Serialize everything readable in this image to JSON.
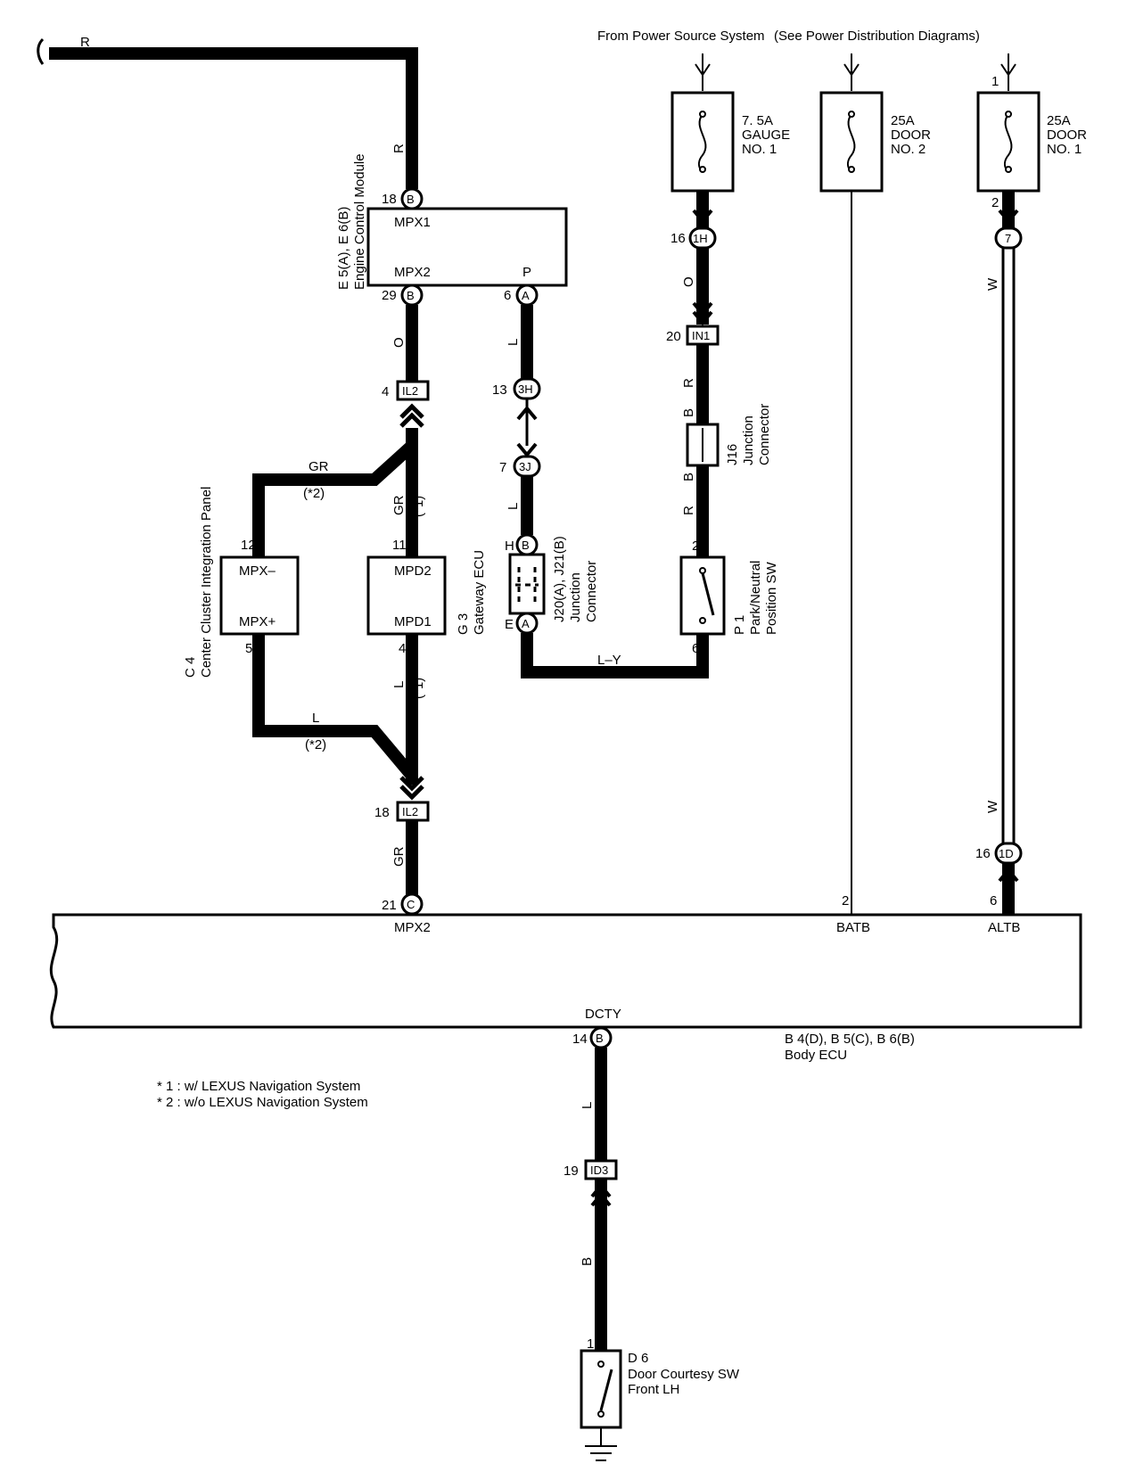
{
  "header": {
    "power_source": "From Power Source System",
    "power_note": "(See Power Distribution Diagrams)"
  },
  "fuses": {
    "gauge": {
      "rating": "7. 5A",
      "name1": "GAUGE",
      "name2": "NO. 1"
    },
    "door2": {
      "rating": "25A",
      "name1": "DOOR",
      "name2": "NO. 2"
    },
    "door1": {
      "rating": "25A",
      "name1": "DOOR",
      "name2": "NO. 1",
      "pin_in": "1",
      "pin_out": "2"
    }
  },
  "ecm": {
    "ref": "E 5(A), E 6(B)",
    "name": "Engine Control Module",
    "term_mpx1": "MPX1",
    "term_mpx2": "MPX2",
    "term_p": "P",
    "pin_mpx1": "18",
    "conn_mpx1": "B",
    "pin_mpx2": "29",
    "conn_mpx2": "B",
    "pin_p": "6",
    "conn_p": "A"
  },
  "cluster": {
    "ref": "C 4",
    "name": "Center Cluster Integration Panel",
    "term_minus": "MPX–",
    "term_plus": "MPX+",
    "pin_minus": "12",
    "pin_plus": "5"
  },
  "gateway": {
    "ref": "G 3",
    "name": "Gateway ECU",
    "term_mpd2": "MPD2",
    "term_mpd1": "MPD1",
    "pin_mpd2": "11",
    "pin_mpd1": "4"
  },
  "junction_j20": {
    "ref": "J20(A), J21(B)",
    "name1": "Junction",
    "name2": "Connector",
    "pin_top": "H",
    "conn_top": "B",
    "pin_bottom": "E",
    "conn_bottom": "A"
  },
  "junction_j16": {
    "ref": "J16",
    "name1": "Junction",
    "name2": "Connector",
    "top_color": "B",
    "bottom_color": "B"
  },
  "park_sw": {
    "ref": "P 1",
    "name1": "Park/Neutral",
    "name2": "Position SW",
    "pin_top": "2",
    "pin_bottom": "6"
  },
  "connectors": {
    "il2_top": {
      "pin": "4",
      "label": "IL2"
    },
    "il2_bottom": {
      "pin": "18",
      "label": "IL2"
    },
    "c3h": {
      "pin": "13",
      "label": "3H"
    },
    "c3j": {
      "pin": "7",
      "label": "3J"
    },
    "c1h": {
      "pin": "16",
      "label": "1H"
    },
    "in1": {
      "pin": "20",
      "label": "IN1"
    },
    "c7": {
      "label": "7"
    },
    "c1d": {
      "pin": "16",
      "label": "1D"
    },
    "id3": {
      "pin": "19",
      "label": "ID3"
    }
  },
  "wires": {
    "r_top": "R",
    "r_vert": "R",
    "o_left": "O",
    "gr_branch": "GR",
    "gr_vert": "GR",
    "l_lower_vert": "L",
    "l_branch": "L",
    "gr_bottom": "GR",
    "l_mid": "L",
    "l_j20": "L",
    "ly": "L–Y",
    "o_right": "O",
    "r_in1": "R",
    "r_j16": "R",
    "w_top": "W",
    "w_bottom": "W",
    "l_dcty": "L",
    "b_door": "B",
    "note_star1": "(*1)",
    "note_star2": "(*2)"
  },
  "body_ecu": {
    "ref": "B 4(D), B 5(C), B 6(B)",
    "name": "Body ECU",
    "term_mpx2": "MPX2",
    "term_batb": "BATB",
    "term_altb": "ALTB",
    "term_dcty": "DCTY",
    "pin_mpx2": "21",
    "conn_mpx2": "C",
    "pin_batb": "2",
    "pin_altb": "6",
    "pin_dcty": "14",
    "conn_dcty": "B"
  },
  "door_sw": {
    "ref": "D 6",
    "name1": "Door Courtesy SW",
    "name2": "Front LH",
    "pin": "1"
  },
  "notes": {
    "n1": "* 1 : w/ LEXUS Navigation System",
    "n2": "* 2 : w/o LEXUS Navigation System"
  }
}
